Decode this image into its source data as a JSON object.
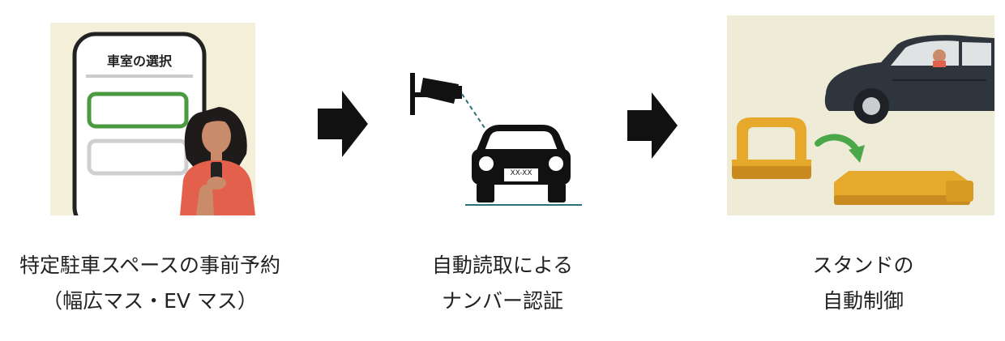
{
  "steps": [
    {
      "caption_line1": "特定駐車スペースの事前予約",
      "caption_line2": "（幅広マス・EV マス）",
      "phone_header": "車室の選択"
    },
    {
      "caption_line1": "自動読取による",
      "caption_line2": "ナンバー認証",
      "plate_text": "XX-XX"
    },
    {
      "caption_line1": "スタンドの",
      "caption_line2": "自動制御"
    }
  ],
  "colors": {
    "panel_bg_1": "#f3efd9",
    "panel_bg_3": "#eeecd6",
    "arrow": "#111111",
    "selected_slot": "#4a9b3f",
    "unselected_slot": "#cfcfcf",
    "car_dark": "#2f353c",
    "stand_yellow": "#e7a92b",
    "guide_arrow": "#4aa84a",
    "camera_line": "#2e6f7a"
  },
  "icons": [
    "phone-icon",
    "person-icon",
    "arrow-right-icon",
    "security-camera-icon",
    "car-front-icon",
    "car-side-icon",
    "parking-stand-icon",
    "curved-arrow-icon"
  ]
}
